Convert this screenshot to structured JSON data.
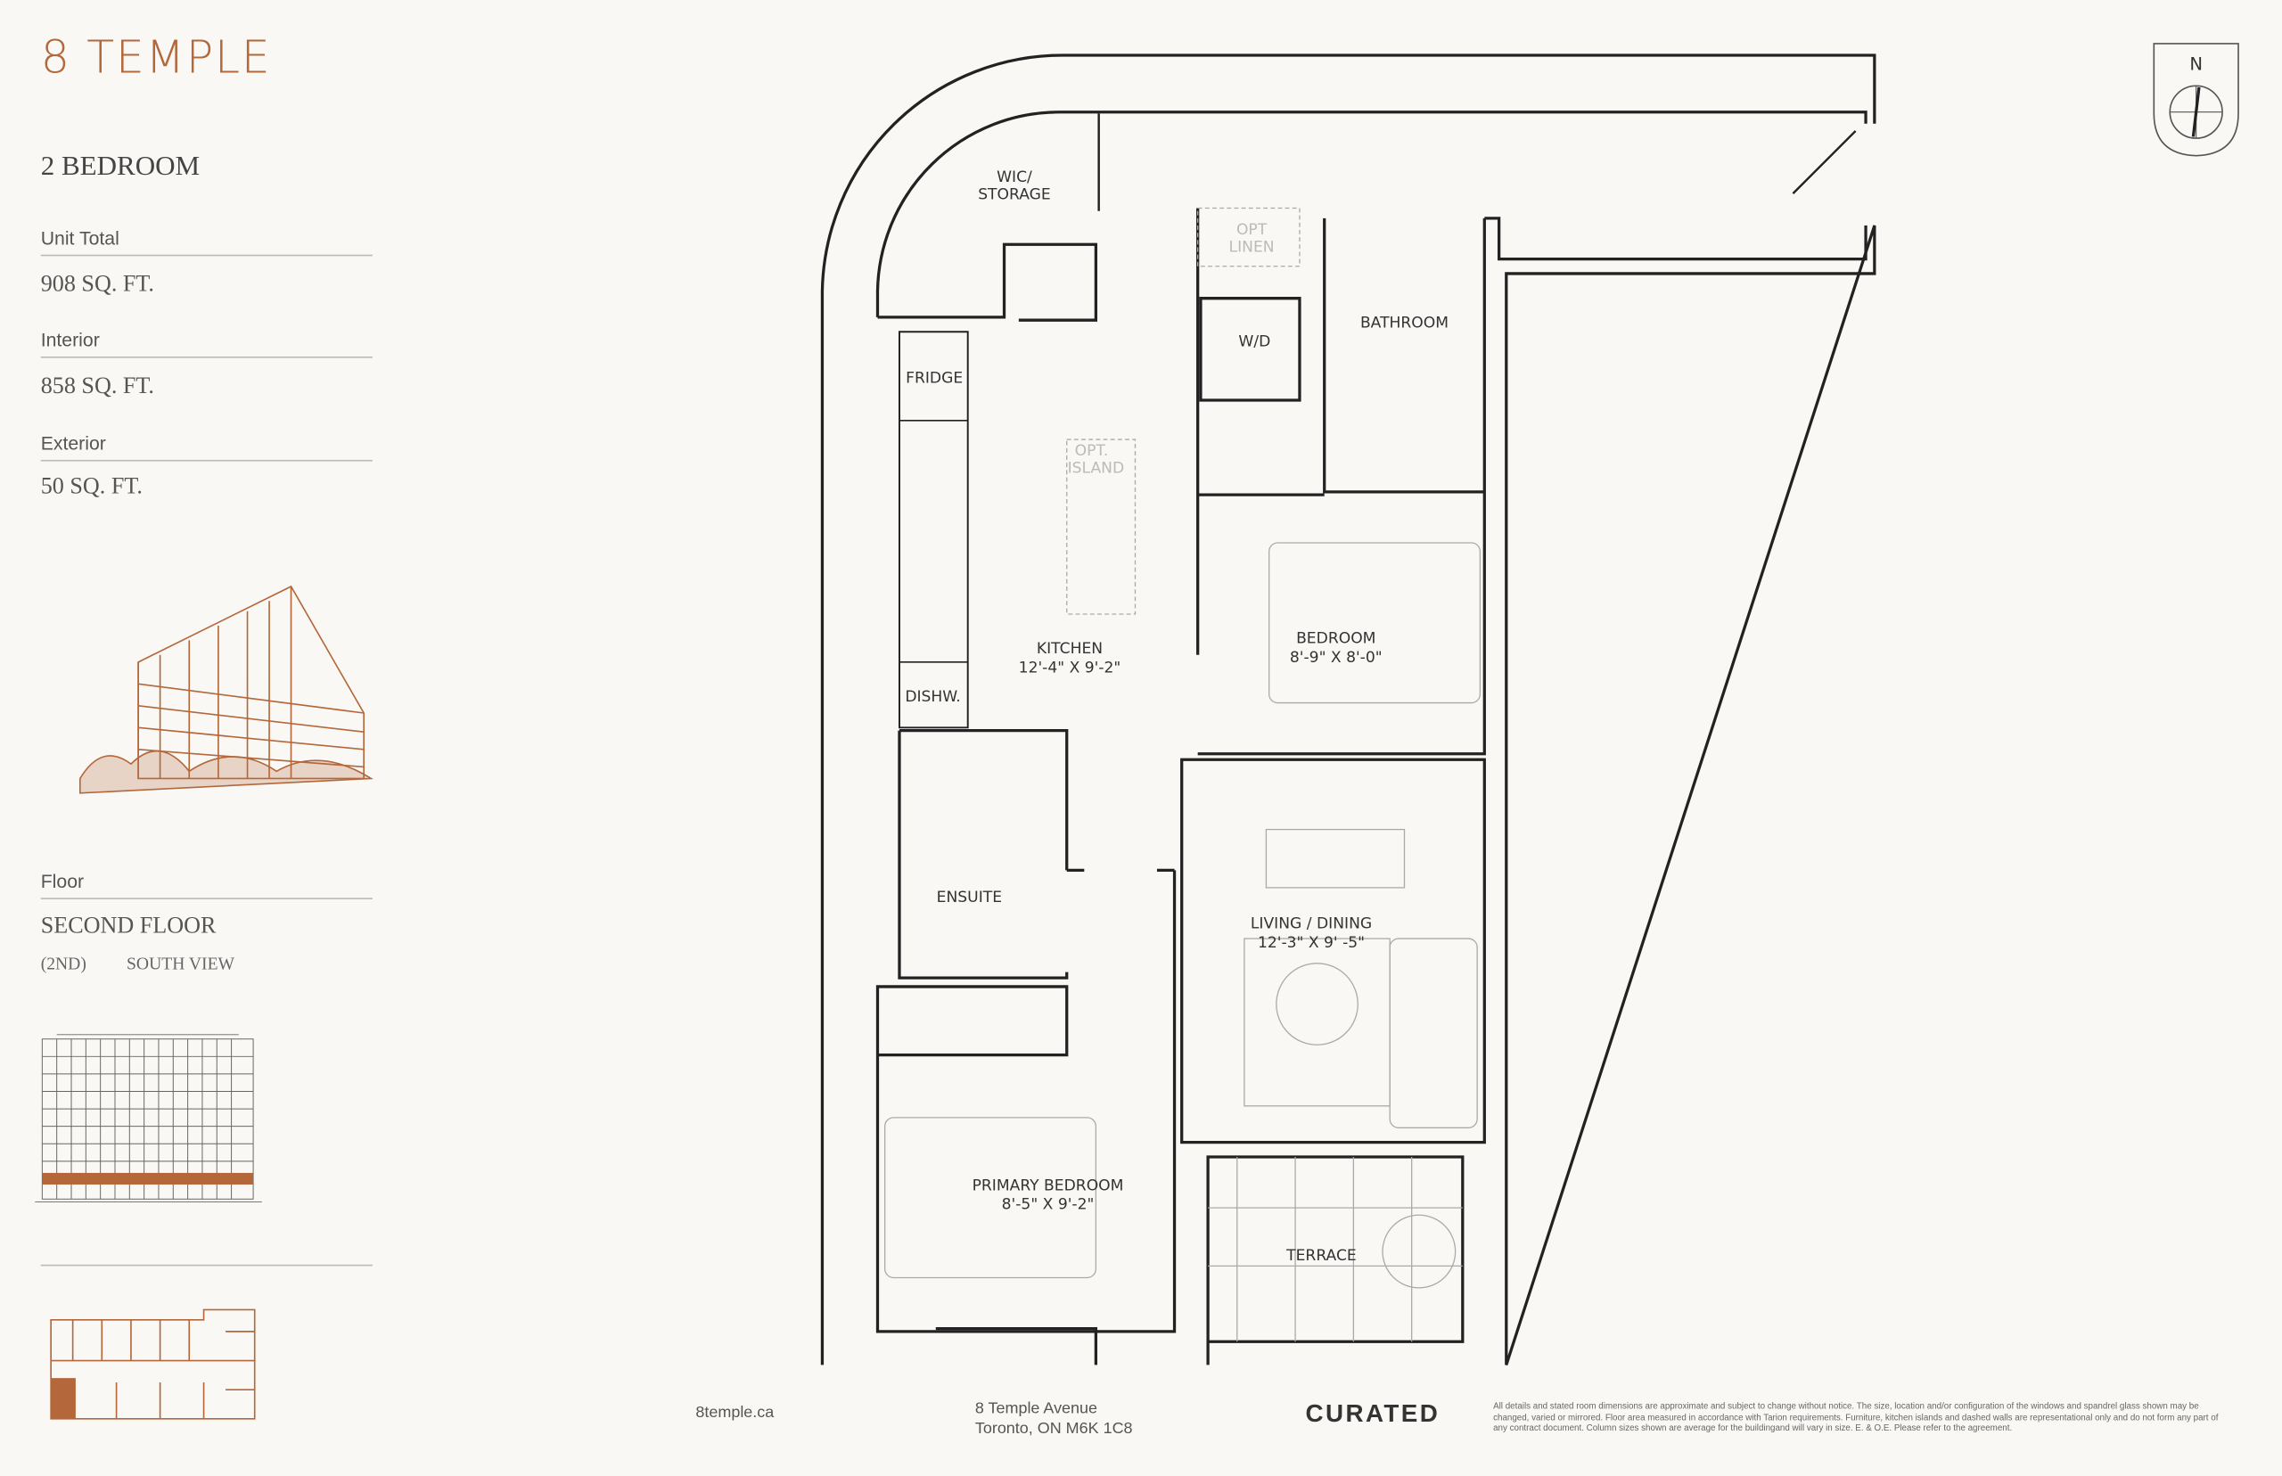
{
  "brand": {
    "name": "8 TEMPLE",
    "accent": "#b4673a"
  },
  "unit": {
    "type": "2 BEDROOM",
    "areas": [
      {
        "label": "Unit Total",
        "value": "908 SQ. FT."
      },
      {
        "label": "Interior",
        "value": "858 SQ. FT."
      },
      {
        "label": "Exterior",
        "value": "50 SQ. FT."
      }
    ]
  },
  "floor": {
    "label": "Floor",
    "value": "SECOND FLOOR",
    "code": "(2ND)",
    "view": "SOUTH VIEW"
  },
  "compass": {
    "north": "N"
  },
  "plan": {
    "wic": [
      "WIC/",
      "STORAGE"
    ],
    "opt_linen": [
      "OPT",
      "LINEN"
    ],
    "wd": "W/D",
    "bathroom": "BATHROOM",
    "fridge": "FRIDGE",
    "opt_island": [
      "OPT.",
      "ISLAND"
    ],
    "dishw": "DISHW.",
    "kitchen": {
      "name": "KITCHEN",
      "dims": "12'-4\" X 9'-2\""
    },
    "bedroom": {
      "name": "BEDROOM",
      "dims": "8'-9\" X 8'-0\""
    },
    "ensuite": "ENSUITE",
    "living": {
      "name": "LIVING / DINING",
      "dims": "12'-3\" X 9' -5\""
    },
    "primary": {
      "name": "PRIMARY BEDROOM",
      "dims": "8'-5\" X 9'-2\""
    },
    "terrace": "TERRACE"
  },
  "footer": {
    "website": "8temple.ca",
    "address1": "8 Temple Avenue",
    "address2": "Toronto, ON M6K 1C8",
    "developer": "CURATED",
    "disclaimer": "All details and stated room dimensions are approximate and subject to change without notice. The size, location and/or configuration of the windows and spandrel glass shown may be changed, varied or mirrored. Floor area measured in accordance with Tarion requirements. Furniture, kitchen islands and dashed walls are representational only and do not form any part of any contract document. Column sizes shown are average for the buildingand will vary in size. E. & O.E. Please refer to the agreement."
  }
}
